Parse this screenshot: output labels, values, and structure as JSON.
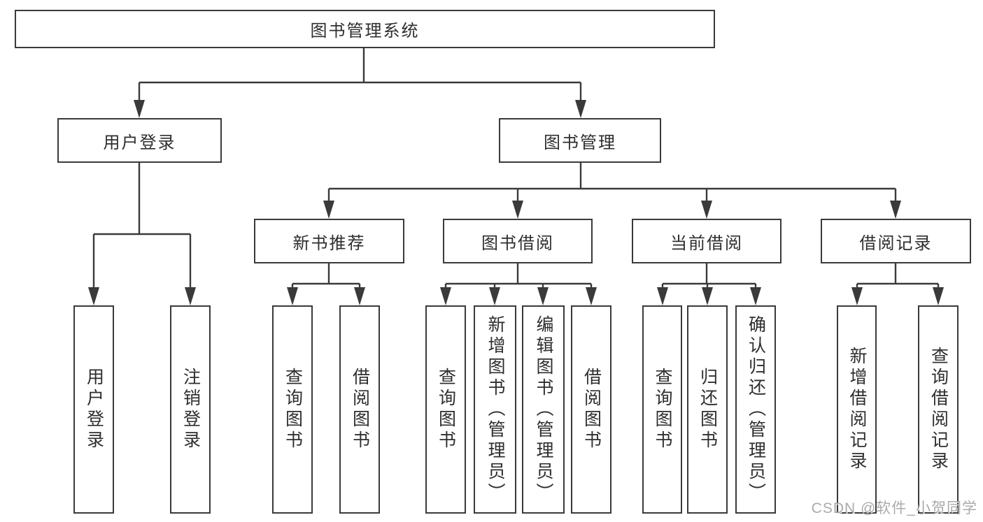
{
  "diagram": {
    "type": "hierarchy-tree",
    "colors": {
      "line": "#3a3a3a",
      "box_border": "#3a3a3a",
      "box_fill": "#ffffff",
      "text": "#2e2e2e",
      "watermark": "#9b9b9b"
    },
    "tree": {
      "root": "图书管理系统",
      "children": [
        {
          "label": "用户登录",
          "children": [
            "用户登录",
            "注销登录"
          ]
        },
        {
          "label": "图书管理",
          "children": [
            {
              "label": "新书推荐",
              "children": [
                "查询图书",
                "借阅图书"
              ]
            },
            {
              "label": "图书借阅",
              "children": [
                "查询图书",
                "新增图书（管理员）",
                "编辑图书（管理员）",
                "借阅图书"
              ]
            },
            {
              "label": "当前借阅",
              "children": [
                "查询图书",
                "归还图书",
                "确认归还（管理员）"
              ]
            },
            {
              "label": "借阅记录",
              "children": [
                "新增借阅记录",
                "查询借阅记录"
              ]
            }
          ]
        }
      ]
    }
  },
  "watermark": {
    "text": "CSDN @软件_小贺同学"
  }
}
